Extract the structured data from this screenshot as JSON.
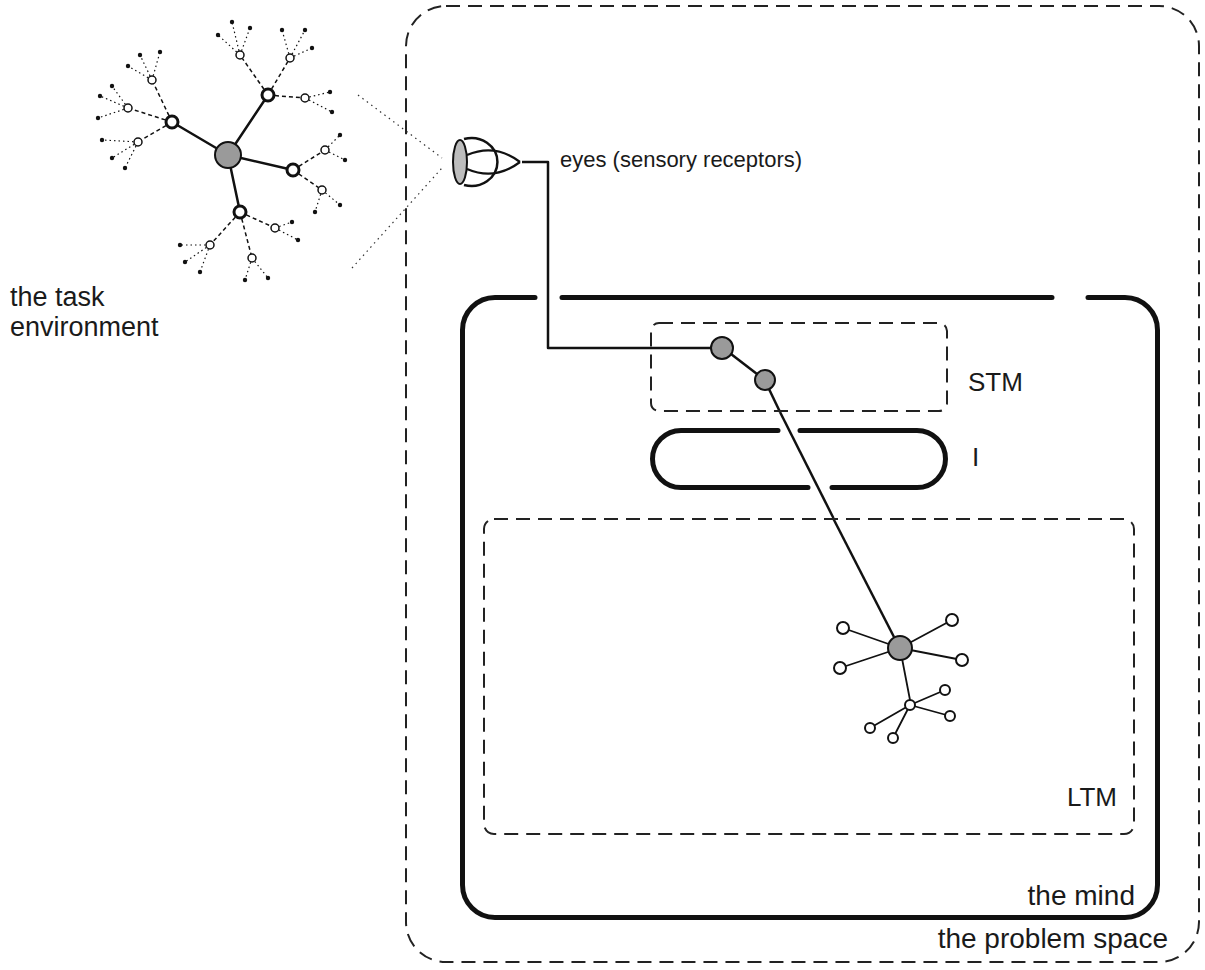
{
  "diagram": {
    "nodes": [
      {
        "text": [
          "the problem space"
        ]
      },
      {
        "text": [
          "eyes (sensory receptors)"
        ],
        "in": 0
      },
      {
        "text": [
          "the mind"
        ],
        "in": 0
      },
      {
        "text": [
          "STM"
        ],
        "in": 2
      },
      {
        "text": [
          "I"
        ],
        "in": 2
      },
      {
        "text": [
          "LTM"
        ],
        "in": 2
      }
    ],
    "edges": [
      {
        "from": 1,
        "to": 3,
        "arrow": "none"
      },
      {
        "from": 3,
        "to": 5,
        "arrow": "none"
      }
    ],
    "labels": [
      "the task environment"
    ]
  }
}
